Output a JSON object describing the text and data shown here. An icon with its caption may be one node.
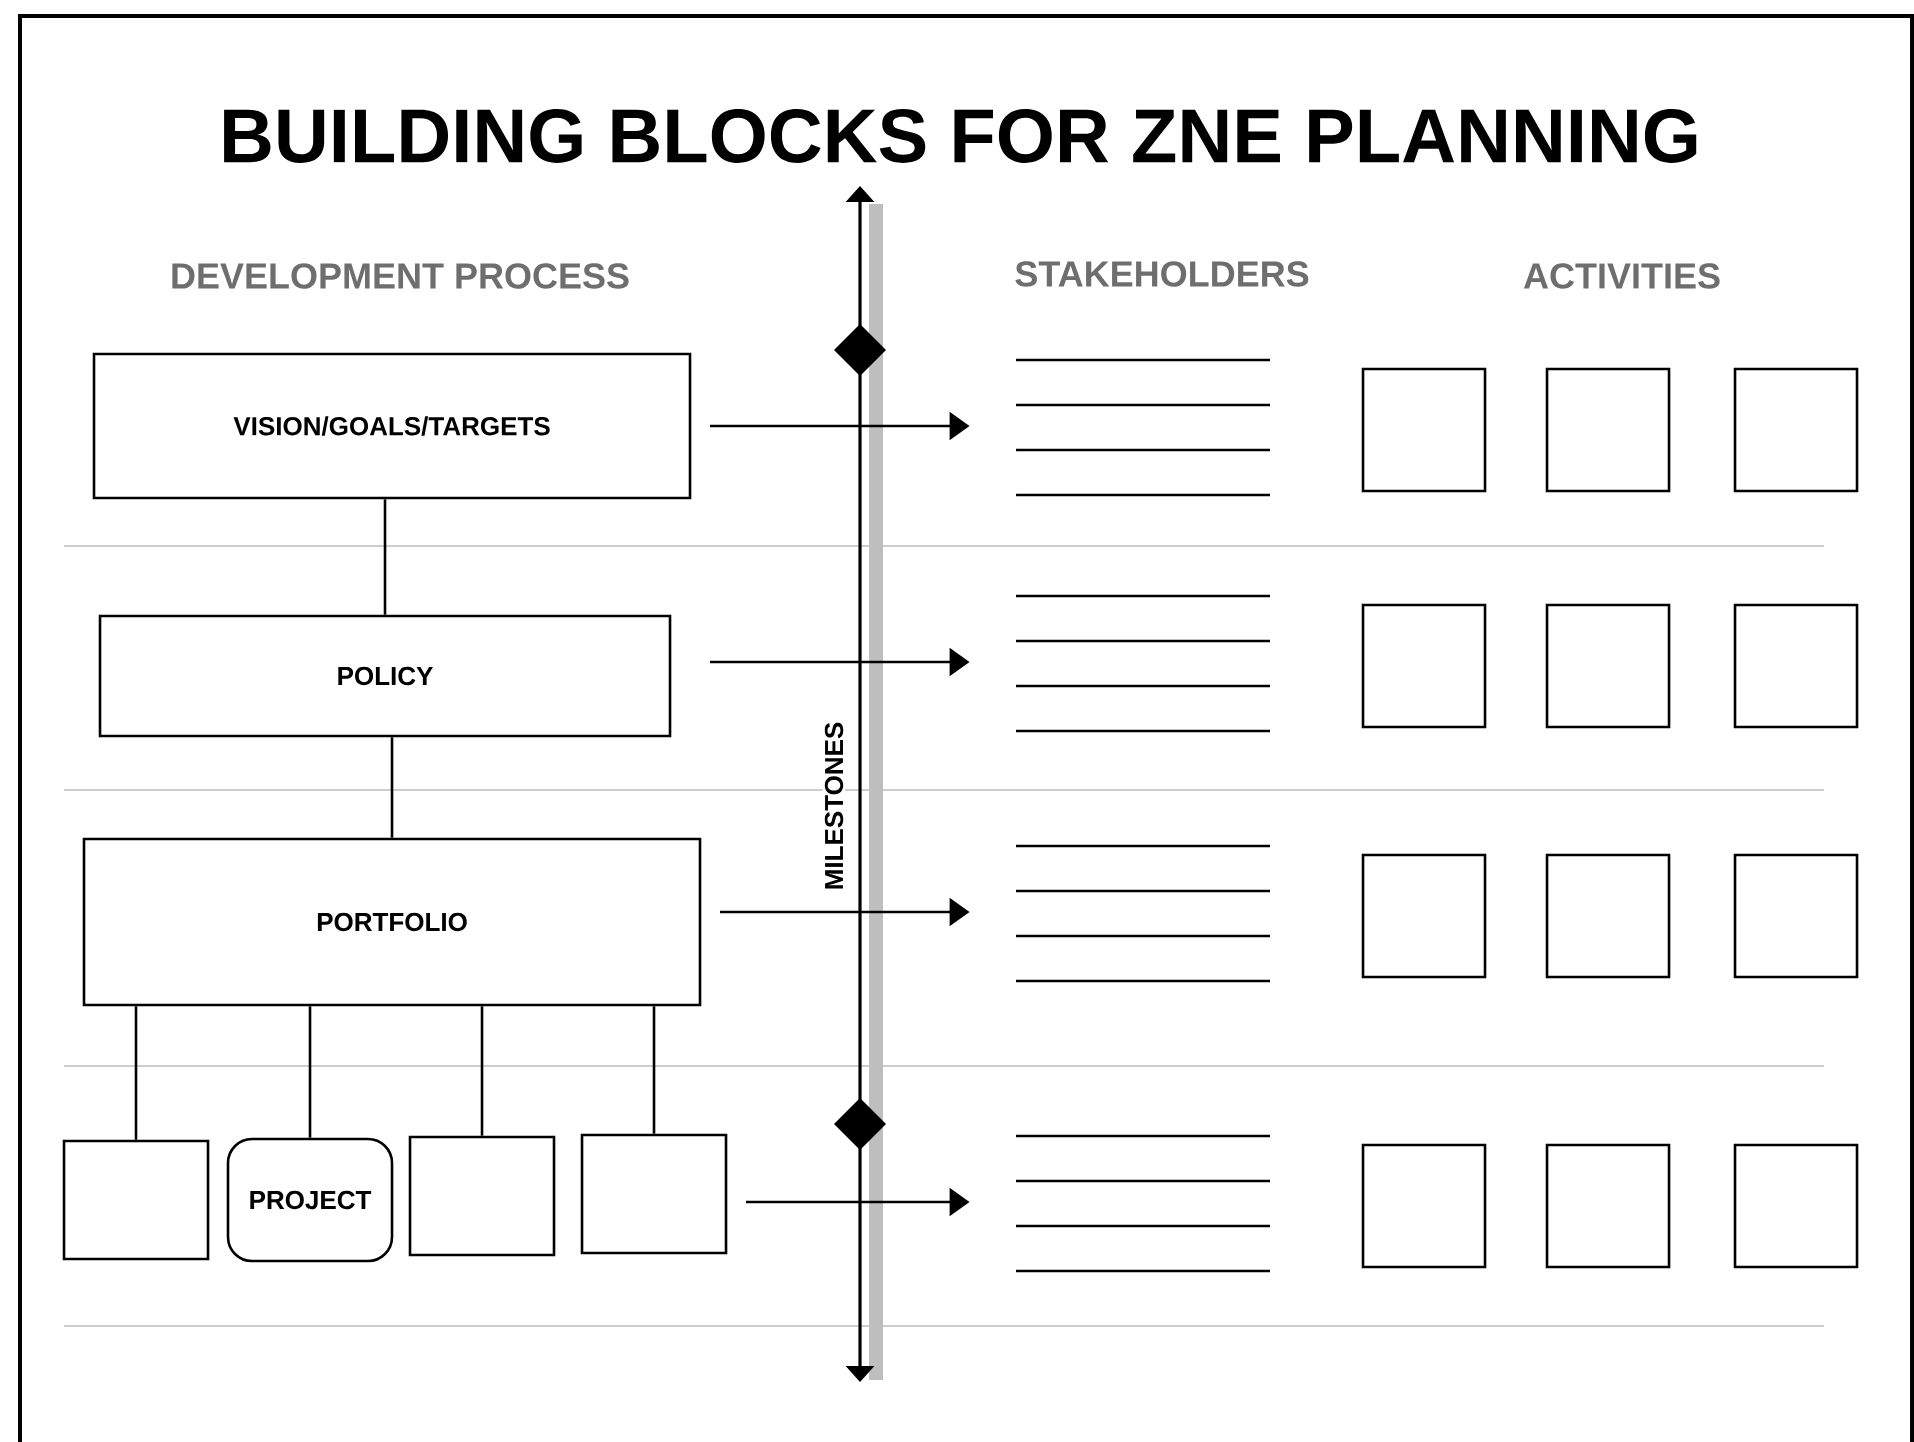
{
  "diagram": {
    "title": "BUILDING BLOCKS FOR ZNE PLANNING",
    "nodes": [
      {
        "text": [
          "VISION/GOALS/TARGETS"
        ]
      },
      {
        "text": [
          "POLICY"
        ]
      },
      {
        "text": [
          "PORTFOLIO"
        ]
      },
      {
        "text": [],
        "shape": "box"
      },
      {
        "text": [
          "PROJECT"
        ]
      },
      {
        "text": [],
        "shape": "box"
      },
      {
        "text": [],
        "shape": "box"
      },
      {
        "text": [],
        "shape": "lines"
      },
      {
        "text": [],
        "shape": "lines"
      },
      {
        "text": [],
        "shape": "lines"
      },
      {
        "text": [],
        "shape": "lines"
      },
      {
        "text": [],
        "shape": "box"
      },
      {
        "text": [],
        "shape": "box"
      },
      {
        "text": [],
        "shape": "box"
      },
      {
        "text": [],
        "shape": "box"
      },
      {
        "text": [],
        "shape": "box"
      },
      {
        "text": [],
        "shape": "box"
      },
      {
        "text": [],
        "shape": "box"
      },
      {
        "text": [],
        "shape": "box"
      },
      {
        "text": [],
        "shape": "box"
      },
      {
        "text": [],
        "shape": "box"
      },
      {
        "text": [],
        "shape": "box"
      },
      {
        "text": [],
        "shape": "box"
      }
    ],
    "edges": [
      {
        "from": 0,
        "to": 1,
        "arrow": "none"
      },
      {
        "from": 1,
        "to": 2,
        "arrow": "none"
      },
      {
        "from": 2,
        "to": 3,
        "arrow": "none"
      },
      {
        "from": 2,
        "to": 4,
        "arrow": "none"
      },
      {
        "from": 2,
        "to": 5,
        "arrow": "none"
      },
      {
        "from": 2,
        "to": 6,
        "arrow": "none"
      },
      {
        "from": 0,
        "to": 7,
        "arrow": "to"
      },
      {
        "from": 1,
        "to": 8,
        "arrow": "to"
      },
      {
        "from": 2,
        "to": 9,
        "arrow": "to"
      },
      {
        "from": 6,
        "to": 10,
        "arrow": "to"
      }
    ],
    "labels": [
      "DEVELOPMENT PROCESS",
      "STAKEHOLDERS",
      "ACTIVITIES",
      "MILESTONES"
    ]
  }
}
